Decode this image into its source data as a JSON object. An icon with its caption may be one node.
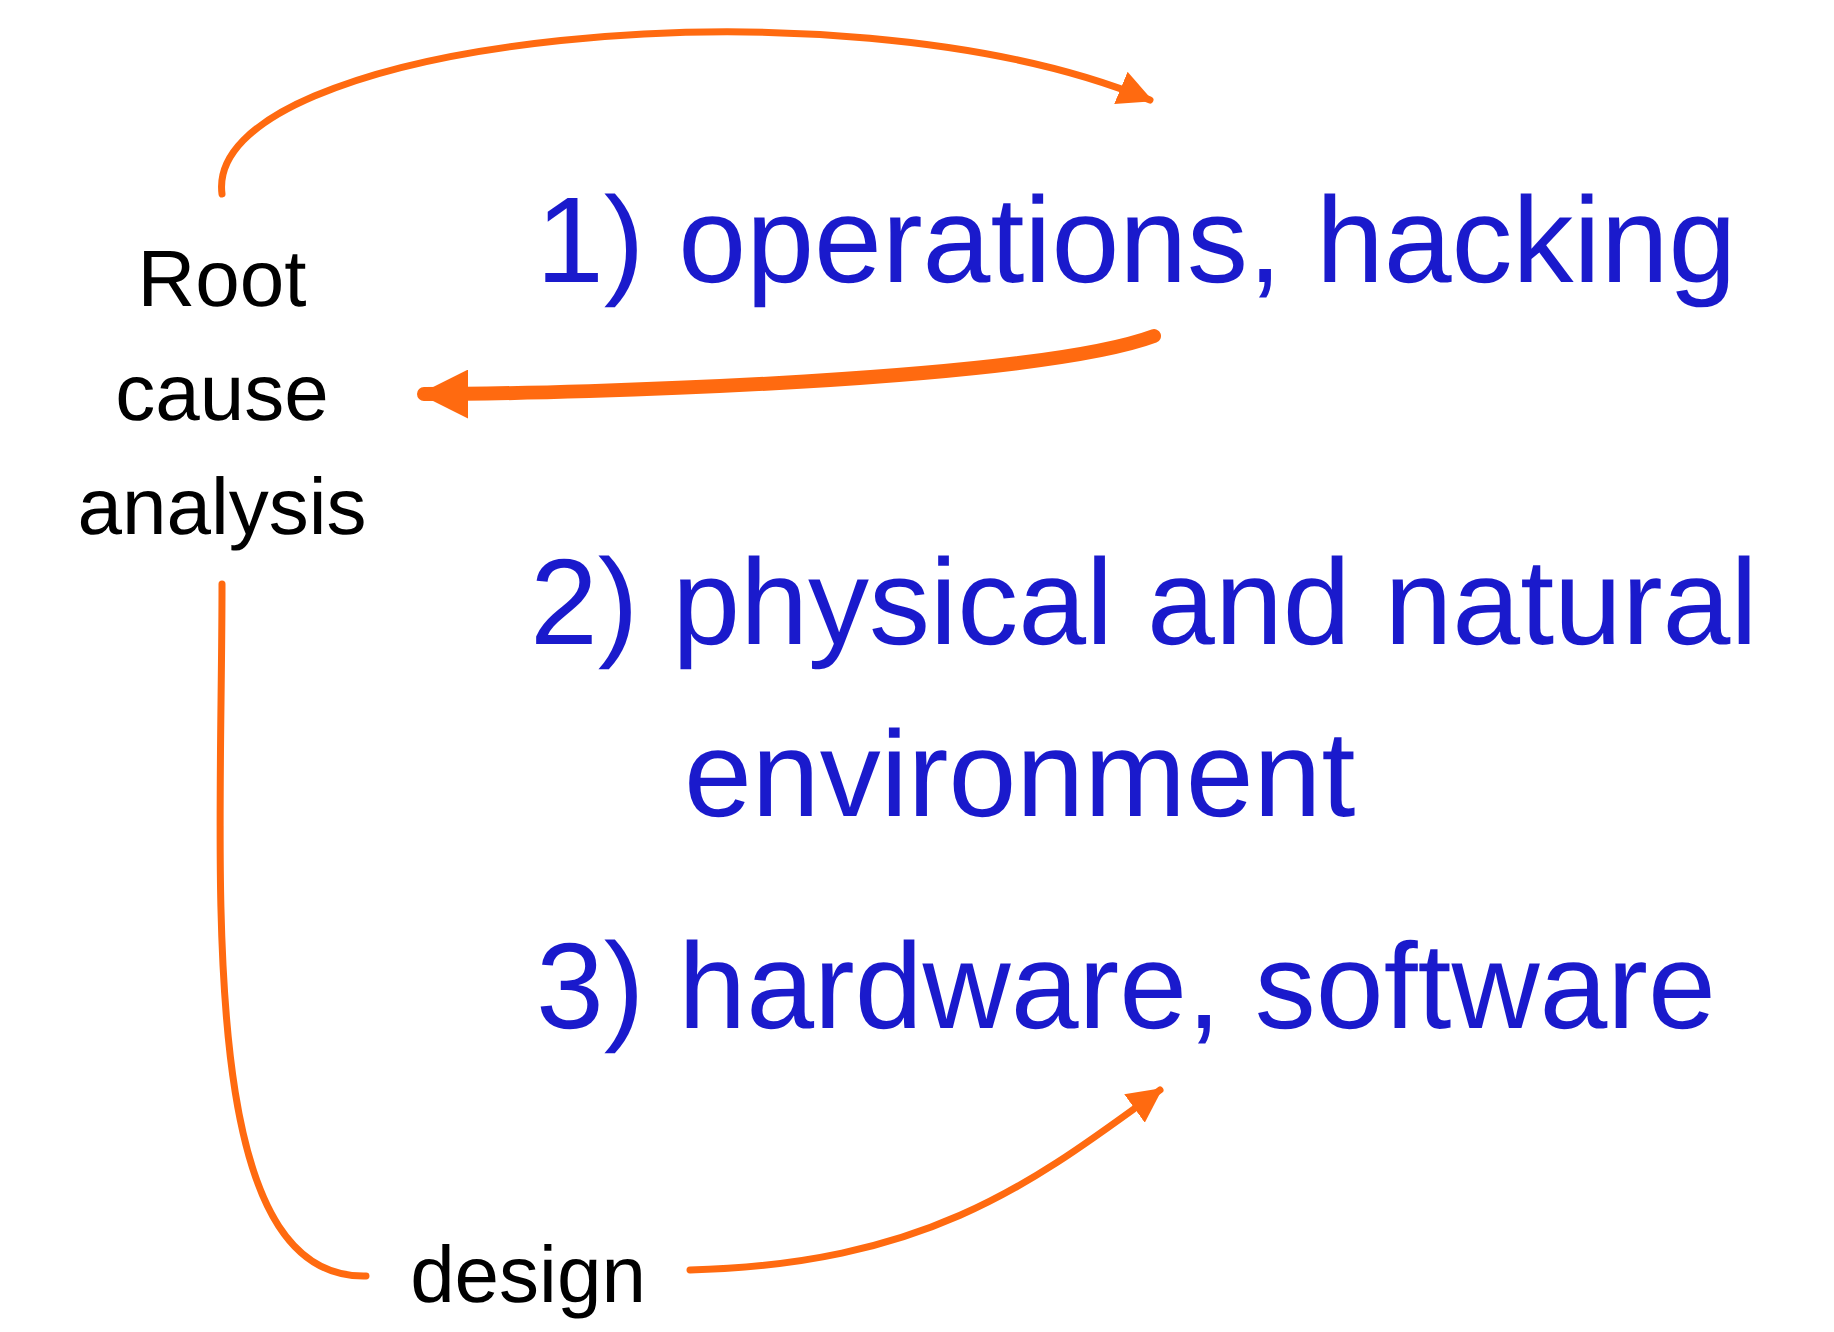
{
  "diagram": {
    "nodes": [
      {
        "text": [
          "Root cause analysis"
        ]
      },
      {
        "text": [
          "1) operations, hacking"
        ]
      },
      {
        "text": [
          "3) hardware, software"
        ]
      },
      {
        "text": [
          "design"
        ]
      }
    ],
    "edges": [
      {
        "from": 0,
        "to": 1,
        "arrow": "to"
      },
      {
        "from": 1,
        "to": 0,
        "arrow": "to",
        "style": "thick"
      },
      {
        "from": 0,
        "to": 3,
        "arrow": "none"
      },
      {
        "from": 3,
        "to": 2,
        "arrow": "to"
      }
    ],
    "labels": [
      "2) physical and natural environment"
    ]
  }
}
